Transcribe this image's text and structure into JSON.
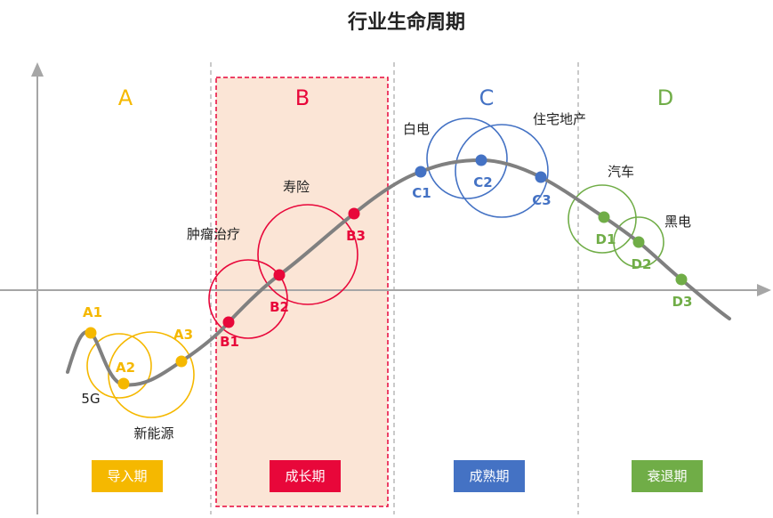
{
  "title": "行业生命周期",
  "colors": {
    "A": "#f5b800",
    "B": "#e8073a",
    "C": "#4472c4",
    "D": "#70ad47",
    "curve": "#808080",
    "axis": "#a6a6a6",
    "highlight": "#fbe5d6"
  },
  "zones": [
    {
      "letter": "A",
      "stage": "导入期"
    },
    {
      "letter": "B",
      "stage": "成长期"
    },
    {
      "letter": "C",
      "stage": "成熟期"
    },
    {
      "letter": "D",
      "stage": "衰退期"
    }
  ],
  "points": [
    {
      "id": "A1",
      "zone": "A"
    },
    {
      "id": "A2",
      "zone": "A"
    },
    {
      "id": "A3",
      "zone": "A"
    },
    {
      "id": "B1",
      "zone": "B"
    },
    {
      "id": "B2",
      "zone": "B"
    },
    {
      "id": "B3",
      "zone": "B"
    },
    {
      "id": "C1",
      "zone": "C"
    },
    {
      "id": "C2",
      "zone": "C"
    },
    {
      "id": "C3",
      "zone": "C"
    },
    {
      "id": "D1",
      "zone": "D"
    },
    {
      "id": "D2",
      "zone": "D"
    },
    {
      "id": "D3",
      "zone": "D"
    }
  ],
  "industries": [
    {
      "name": "5G",
      "zone": "A"
    },
    {
      "name": "新能源",
      "zone": "A"
    },
    {
      "name": "肿瘤治疗",
      "zone": "B"
    },
    {
      "name": "寿险",
      "zone": "B"
    },
    {
      "name": "白电",
      "zone": "C"
    },
    {
      "name": "住宅地产",
      "zone": "C"
    },
    {
      "name": "汽车",
      "zone": "D"
    },
    {
      "name": "黑电",
      "zone": "D"
    }
  ]
}
